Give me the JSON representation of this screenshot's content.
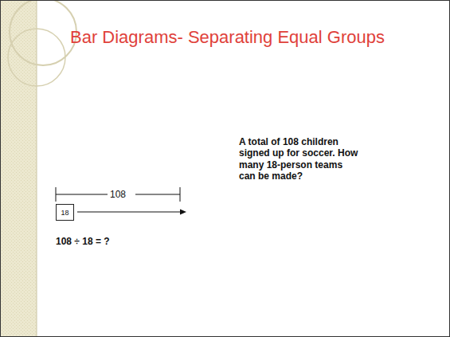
{
  "diagram": {
    "title": "Bar Diagrams- Separating Equal Groups",
    "nodes": [
      {
        "text": [
          "18"
        ]
      }
    ],
    "labels": [
      "108",
      "A total of 108 children signed up for soccer. How many 18-person teams can be made?",
      "108 ÷ 18 = ?"
    ]
  }
}
